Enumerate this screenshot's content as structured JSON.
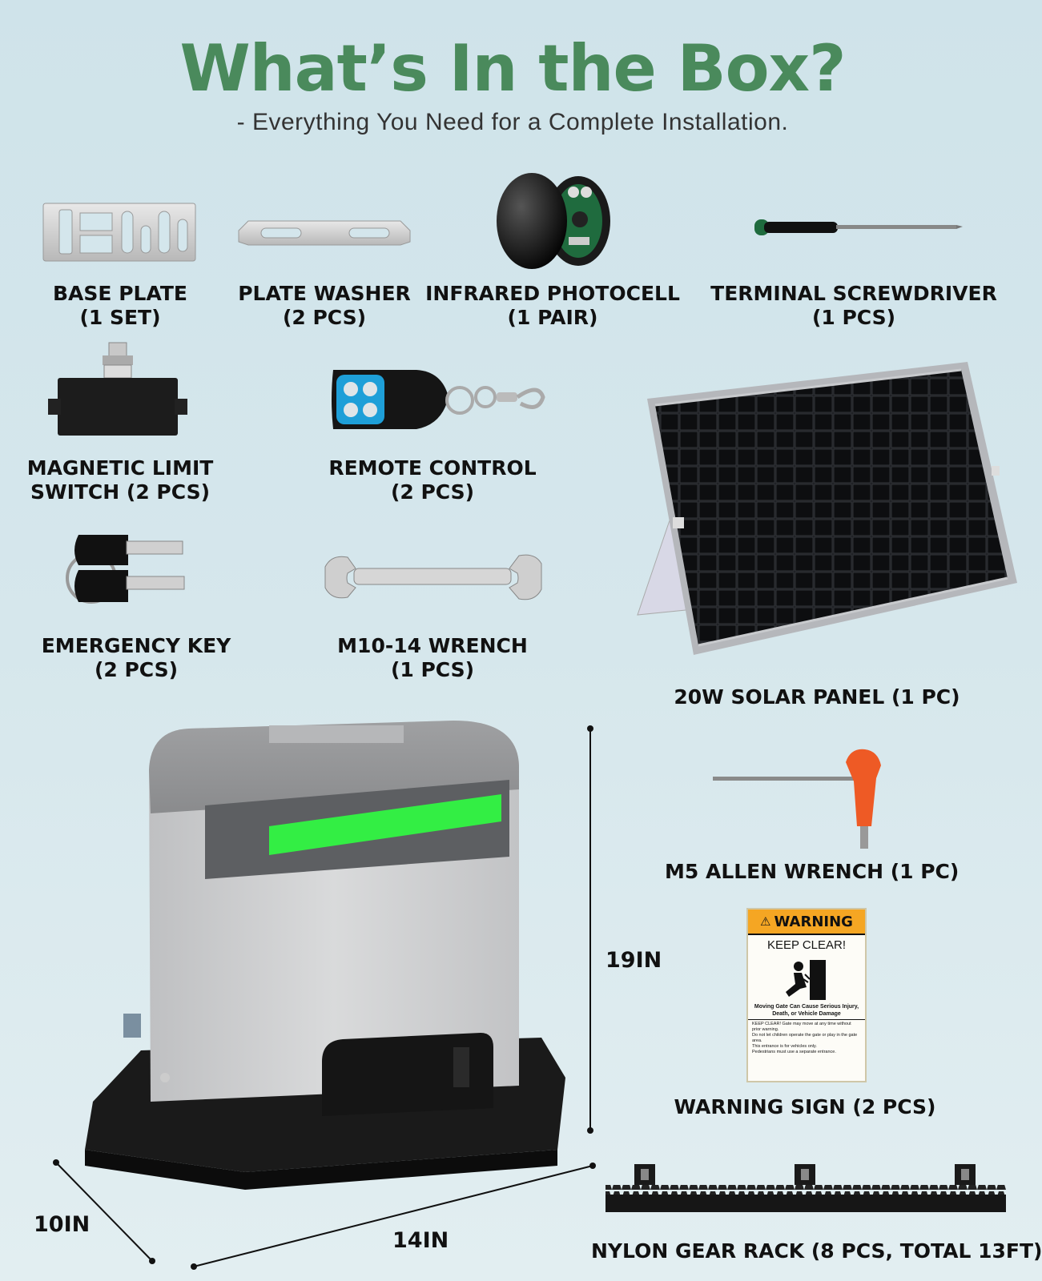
{
  "header": {
    "title": "What’s In the Box?",
    "subtitle": "- Everything You Need for a Complete Installation."
  },
  "items": {
    "base_plate": {
      "name": "BASE PLATE",
      "qty": "(1 SET)"
    },
    "plate_washer": {
      "name": "PLATE WASHER",
      "qty": "(2 PCS)"
    },
    "photocell": {
      "name": "INFRARED PHOTOCELL",
      "qty": "(1 PAIR)"
    },
    "screwdriver": {
      "name": "TERMINAL SCREWDRIVER",
      "qty": "(1 PCS)"
    },
    "limit_switch": {
      "name": "MAGNETIC LIMIT",
      "qty": "SWITCH (2 PCS)"
    },
    "remote": {
      "name": "REMOTE CONTROL",
      "qty": "(2 PCS)"
    },
    "solar": {
      "name": "20W SOLAR PANEL (1 PC)"
    },
    "key": {
      "name": "EMERGENCY KEY",
      "qty": "(2 PCS)"
    },
    "wrench": {
      "name": "M10-14 WRENCH",
      "qty": "(1 PCS)"
    },
    "allen": {
      "name": "M5 ALLEN WRENCH (1 PC)"
    },
    "warning": {
      "name": "WARNING SIGN (2 PCS)"
    },
    "gear_rack": {
      "name": "NYLON GEAR RACK (8 PCS, TOTAL 13FT)"
    }
  },
  "warning_sign": {
    "header": "WARNING",
    "keep_clear": "KEEP CLEAR!",
    "headline": "Moving Gate Can Cause Serious Injury, Death, or Vehicle Damage",
    "lines": [
      "KEEP CLEAR! Gate may move at any time without prior warning.",
      "Do not let children operate the gate or play in the gate area.",
      "This entrance is for vehicles only.",
      "Pedestrians must use a separate entrance."
    ]
  },
  "dimensions": {
    "height": "19IN",
    "depth": "10IN",
    "width": "14IN"
  },
  "colors": {
    "title": "#4a8a5c",
    "indicator": "#33ee44",
    "allen_handle": "#ee5a25",
    "warning_header": "#f5a623"
  }
}
